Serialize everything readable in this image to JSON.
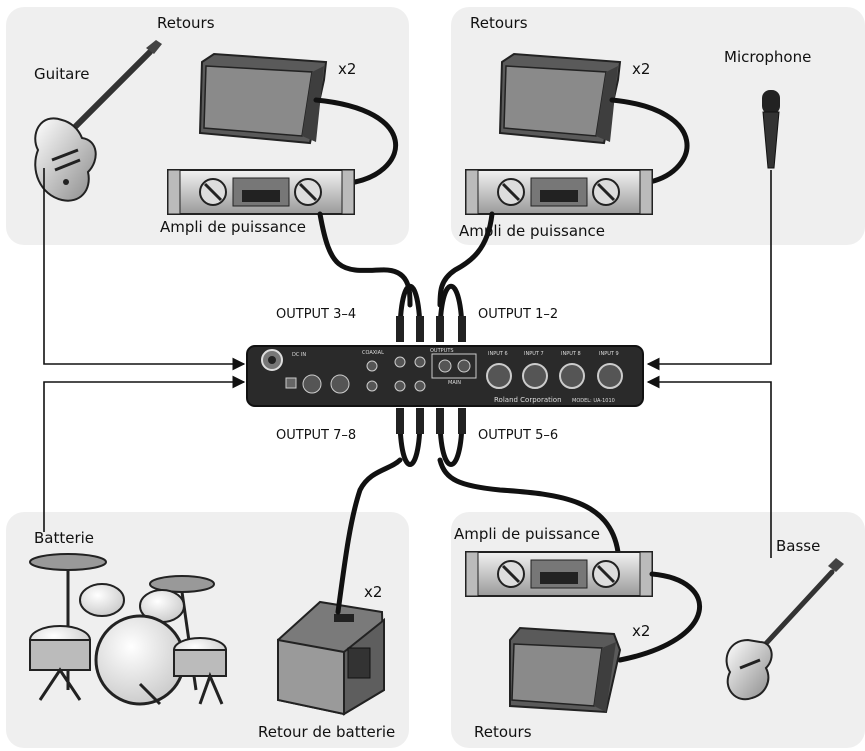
{
  "zones": {
    "top_left": {
      "title": "Retours",
      "instrument": "Guitare",
      "amp_label": "Ampli de puissance",
      "qty": "x2"
    },
    "top_right": {
      "title": "Retours",
      "instrument": "Microphone",
      "amp_label": "Ampli de puissance",
      "qty": "x2"
    },
    "bottom_left": {
      "title": "Batterie",
      "monitor_label": "Retour de batterie",
      "qty": "x2"
    },
    "bottom_right": {
      "title": "Retours",
      "instrument": "Basse",
      "amp_label": "Ampli de puissance",
      "qty": "x2"
    }
  },
  "outputs": {
    "out_34": "OUTPUT 3–4",
    "out_12": "OUTPUT 1–2",
    "out_78": "OUTPUT 7–8",
    "out_56": "OUTPUT 5–6"
  },
  "device": {
    "brand": "Roland Corporation",
    "dc_in": "DC IN",
    "inputs": [
      "INPUT 6",
      "INPUT 7",
      "INPUT 8",
      "INPUT 9"
    ],
    "main": "MAIN",
    "outputs_label": "OUTPUTS",
    "coaxial": "COAXIAL",
    "model": "MODEL: UA-1010"
  },
  "colors": {
    "zone_bg": "#efefef",
    "line": "#111111"
  }
}
